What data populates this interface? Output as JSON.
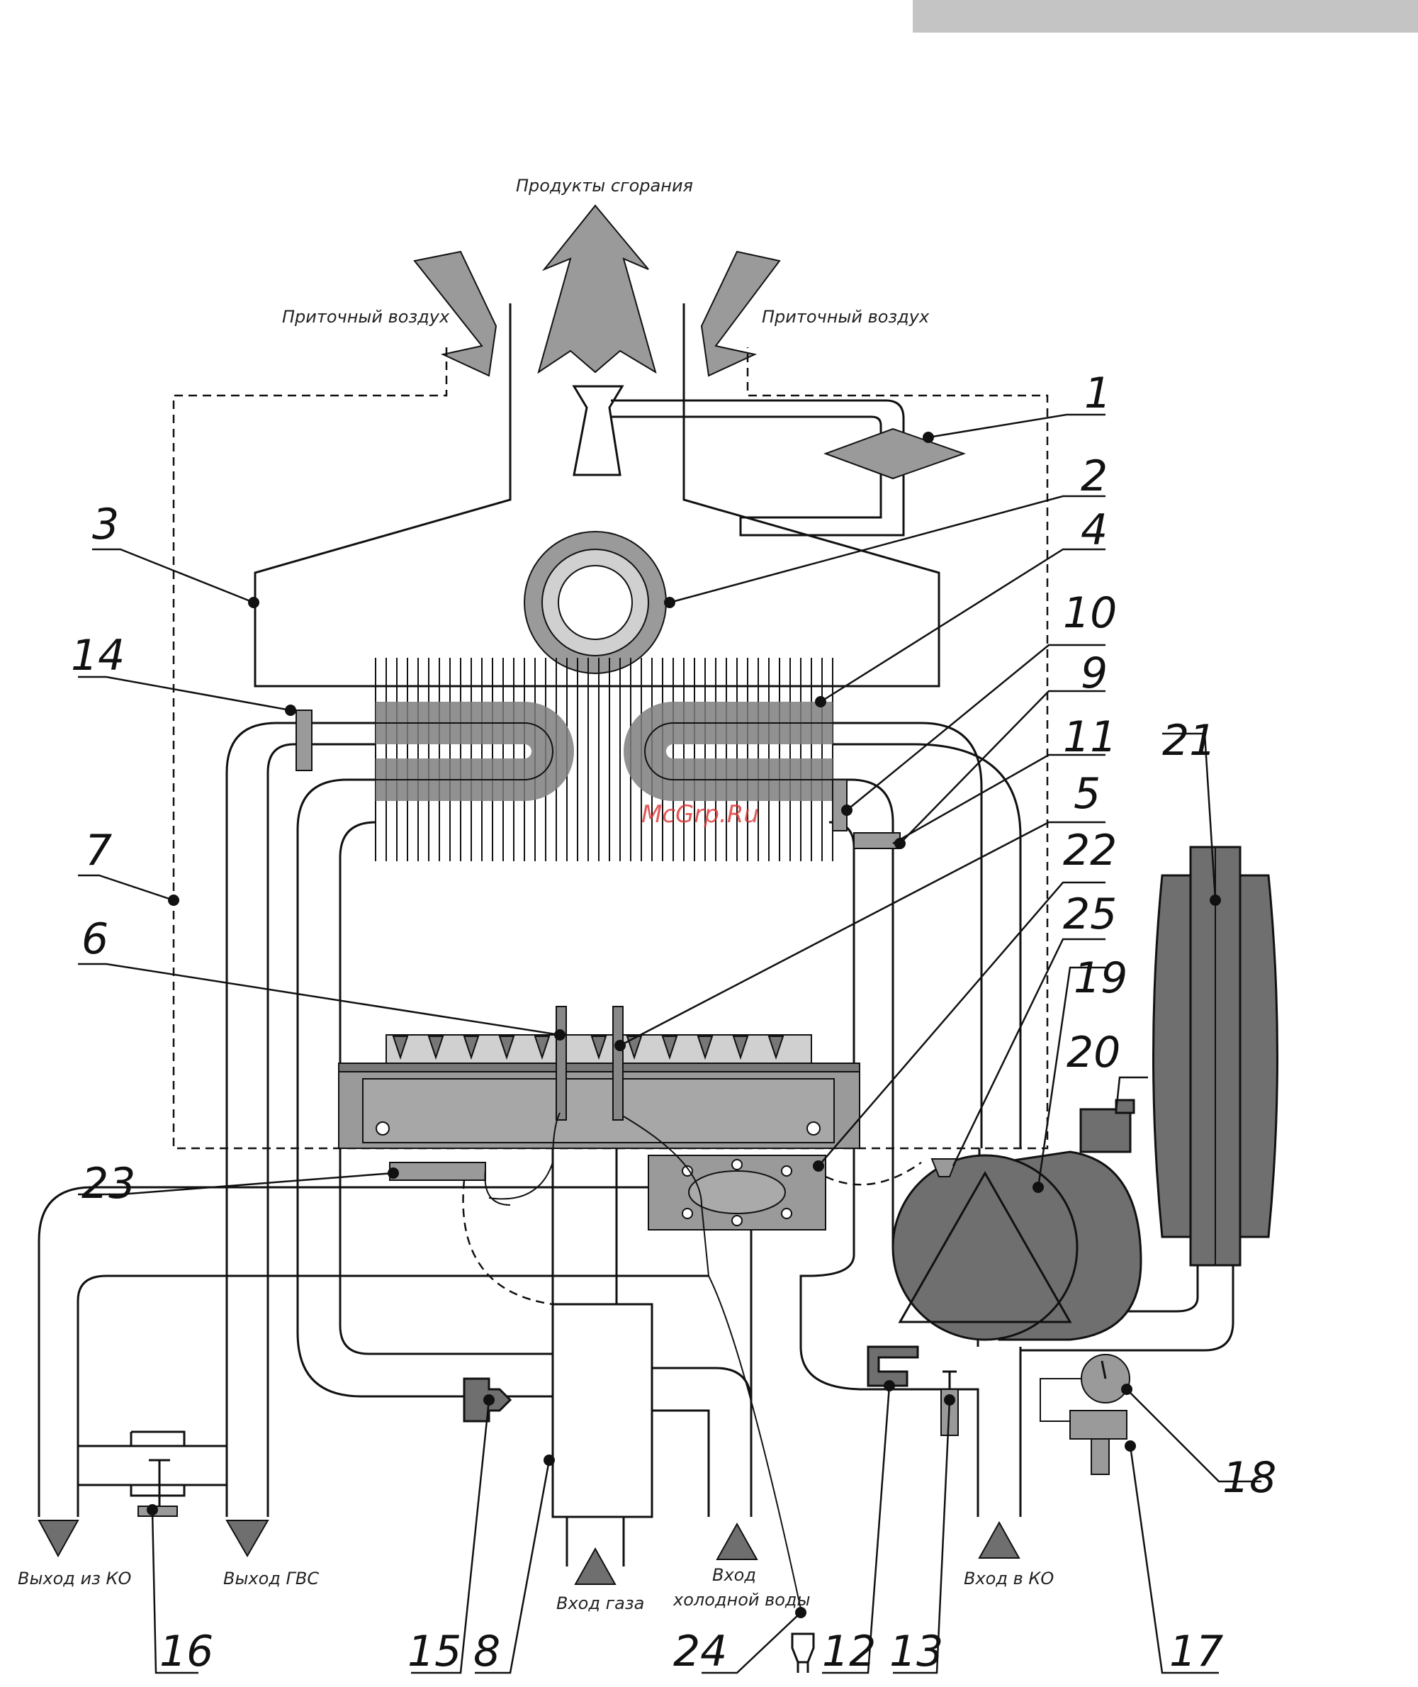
{
  "header_bar_color": "#c4c4c4",
  "watermark": "McGrp.Ru",
  "captions": {
    "combustion_products": "Продукты сгорания",
    "supply_air_left": "Приточный воздух",
    "supply_air_right": "Приточный воздух",
    "heating_outlet": "Выход из КО",
    "dhw_outlet": "Выход ГВС",
    "gas_inlet": "Вход газа",
    "cold_water_inlet_1": "Вход",
    "cold_water_inlet_2": "холодной воды",
    "heating_inlet": "Вход в КО"
  },
  "labels": [
    "1",
    "2",
    "3",
    "4",
    "5",
    "6",
    "7",
    "8",
    "9",
    "10",
    "11",
    "12",
    "13",
    "14",
    "15",
    "16",
    "17",
    "18",
    "19",
    "20",
    "21",
    "22",
    "23",
    "24",
    "25"
  ]
}
